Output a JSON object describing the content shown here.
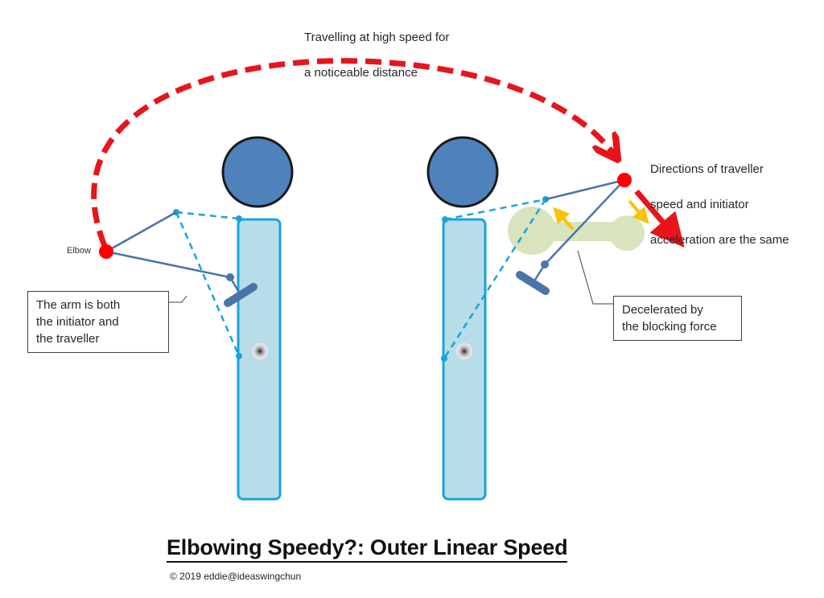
{
  "annotations": {
    "travel_note_line1": "Travelling at high speed for",
    "travel_note_line2": "a noticeable distance",
    "direction_note_line1": "Directions of traveller",
    "direction_note_line2": "speed and initiator",
    "direction_note_line3": "acceleration are the same",
    "elbow_label": "Elbow",
    "arm_box_line1": "The arm is both",
    "arm_box_line2": "the initiator and",
    "arm_box_line3": "the traveller",
    "decel_box_line1": "Decelerated by",
    "decel_box_line2": "the blocking force"
  },
  "footer": {
    "title": "Elbowing Speedy?: Outer Linear Speed",
    "copyright": "© 2019 eddie@ideaswingchun"
  },
  "colors": {
    "head": "#4f81bd",
    "body_fill": "#b7dde8",
    "body_stroke": "#1aa3dc",
    "arm": "#4a74aa",
    "elbow": "#ff0000",
    "opponent_arm": "#d7e4bd",
    "force_arrow": "#ffc000",
    "path_arrow": "#e8141c"
  }
}
